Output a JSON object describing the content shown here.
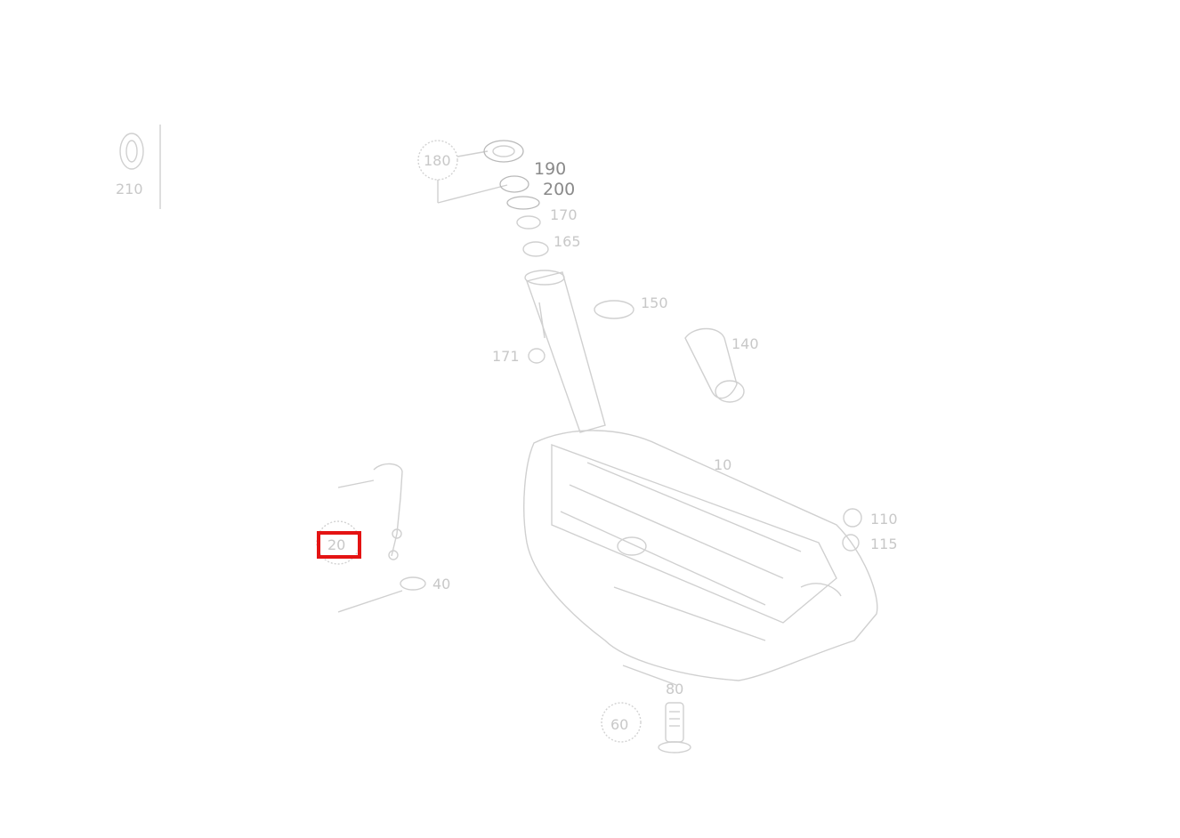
{
  "diagram": {
    "labels": {
      "ref_top_left": "210",
      "callout_top": "180",
      "p190": "190",
      "p200": "200",
      "p170": "170",
      "p165": "165",
      "p150": "150",
      "p140": "140",
      "p171": "171",
      "p10": "10",
      "p110": "110",
      "p115": "115",
      "p20": "20",
      "p40": "40",
      "p80": "80",
      "callout_bottom": "60"
    },
    "highlight": {
      "label": "20",
      "color": "#e41313"
    }
  }
}
